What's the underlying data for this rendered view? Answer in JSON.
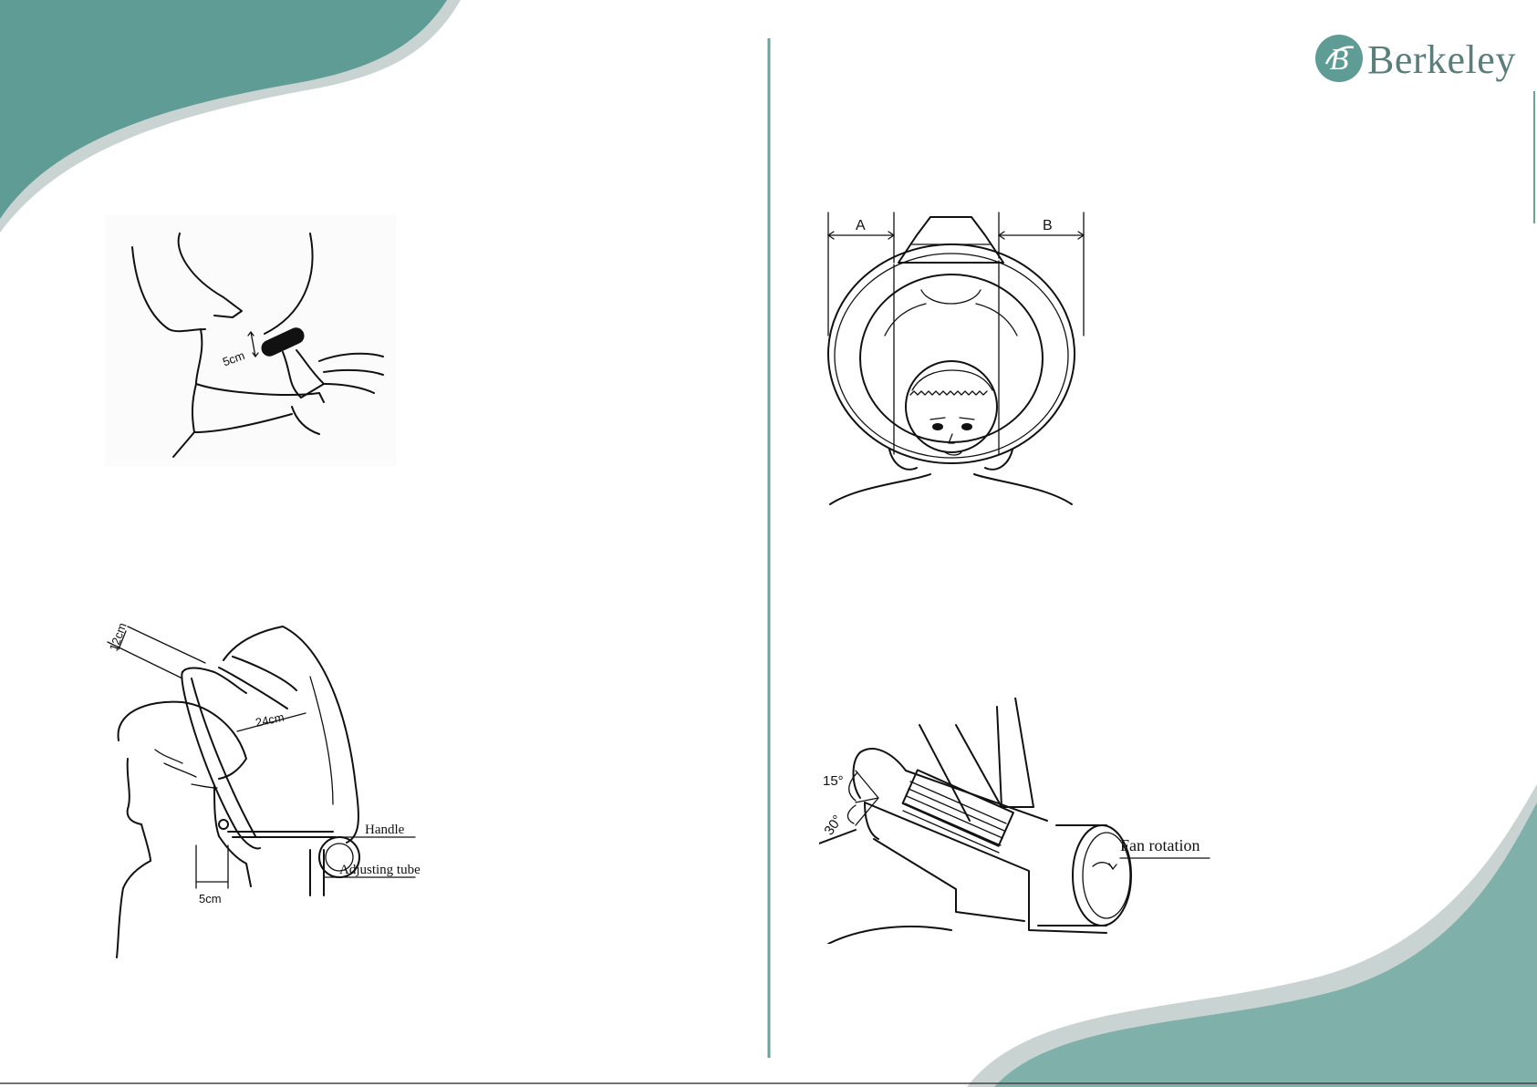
{
  "brand": {
    "name": "Berkeley",
    "monogram": "B",
    "color": "#5f9c95"
  },
  "theme": {
    "accent": "#6aa39c",
    "accent_dark": "#5f9c95",
    "accent_light": "#8bb6b1",
    "divider": "#6aa39c"
  },
  "figures": {
    "neck_strip": {
      "gap_label": "5cm"
    },
    "hood_position": {
      "top_gap_label": "12cm",
      "inner_gap_label": "24cm",
      "neck_gap_label": "5cm",
      "handle_label": "Handle",
      "adjusting_tube_label": "Adjusting tube"
    },
    "hood_front": {
      "label_a": "A",
      "label_b": "B"
    },
    "fan_unit": {
      "angle_upper": "15°",
      "angle_lower": "30°",
      "fan_rotation_label": "Fan rotation"
    }
  }
}
